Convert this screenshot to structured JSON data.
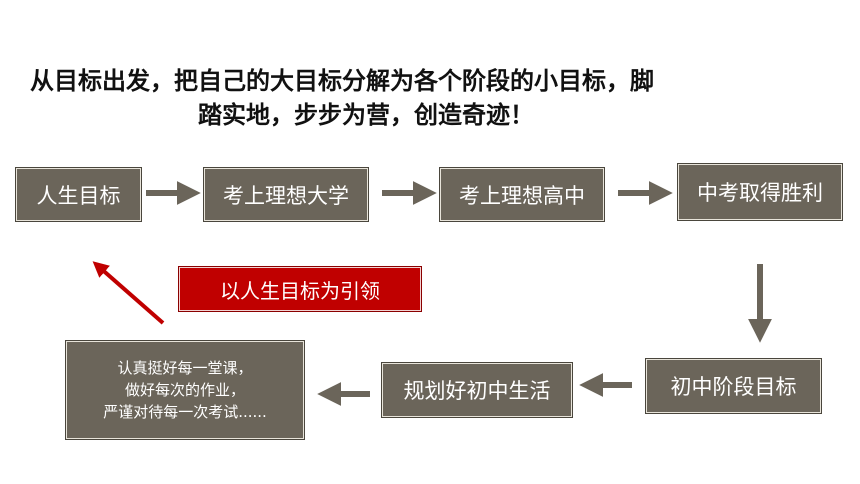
{
  "title": {
    "line1": "从目标出发，把自己的大目标分解为各个阶段的小目标，脚",
    "line2": "踏实地，步步为营，创造奇迹！"
  },
  "flow": {
    "top_row": [
      "人生目标",
      "考上理想大学",
      "考上理想高中",
      "中考取得胜利"
    ],
    "bottom_row": [
      "初中阶段目标",
      "规划好初中生活"
    ],
    "detail_lines": [
      "认真挺好每一堂课，",
      "做好每次的作业，",
      "严谨对待每一次考试......"
    ],
    "guide_label": "以人生目标为引领"
  },
  "colors": {
    "box_fill": "#6b655a",
    "arrow": "#6b655a",
    "guide_fill": "#c00000",
    "guide_arrow": "#c00000"
  }
}
